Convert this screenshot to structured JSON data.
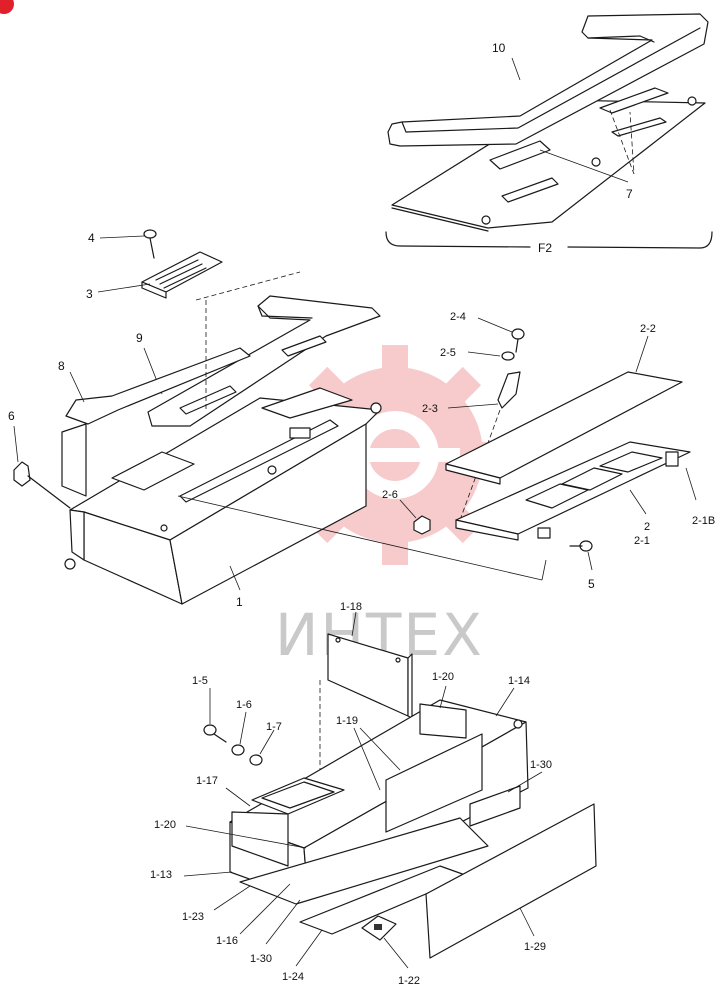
{
  "watermark": {
    "text": "ИНТЕХ",
    "color": "#f7c6c6",
    "text_color": "#c9c9c9"
  },
  "corner_badge": {
    "color": "#e0202a"
  },
  "group_label": "F2",
  "part_labels": {
    "p10": "10",
    "p7": "7",
    "p4": "4",
    "p3": "3",
    "p9": "9",
    "p8": "8",
    "p6": "6",
    "p1": "1",
    "p2_4": "2-4",
    "p2_5": "2-5",
    "p2_2": "2-2",
    "p2_3": "2-3",
    "p2_6": "2-6",
    "p2_1B": "2-1B",
    "p2": "2",
    "p2_1": "2-1",
    "p5": "5",
    "p1_18": "1-18",
    "p1_5": "1-5",
    "p1_6": "1-6",
    "p1_7": "1-7",
    "p1_20a": "1-20",
    "p1_14": "1-14",
    "p1_19": "1-19",
    "p1_17": "1-17",
    "p1_30a": "1-30",
    "p1_20b": "1-20",
    "p1_13": "1-13",
    "p1_23": "1-23",
    "p1_16": "1-16",
    "p1_30b": "1-30",
    "p1_24": "1-24",
    "p1_22": "1-22",
    "p1_29": "1-29"
  }
}
